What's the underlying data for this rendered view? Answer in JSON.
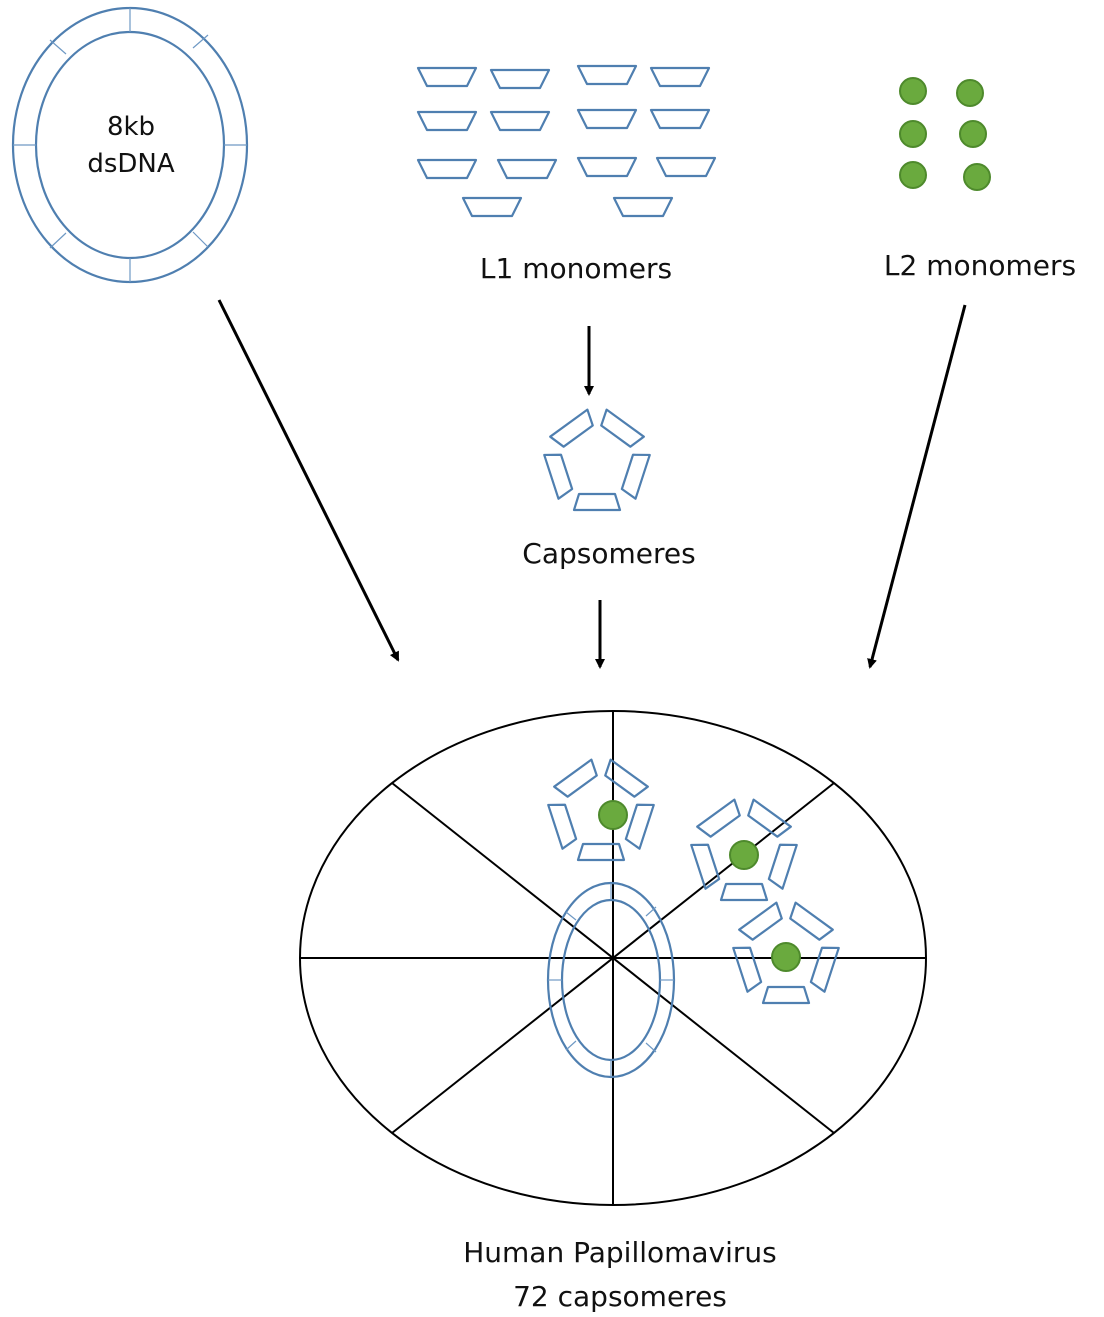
{
  "genome": {
    "label_line1": "8kb",
    "label_line2": "dsDNA"
  },
  "l1": {
    "label": "L1 monomers",
    "count": 14
  },
  "l2": {
    "label": "L2 monomers",
    "count": 6
  },
  "capsomere": {
    "label": "Capsomeres"
  },
  "virus": {
    "label_line1": "Human Papillomavirus",
    "label_line2": "72 capsomeres"
  },
  "colors": {
    "protein_outline": "#4f7fb0",
    "l2_fill": "#6aaa3e",
    "arrow": "#000000"
  }
}
